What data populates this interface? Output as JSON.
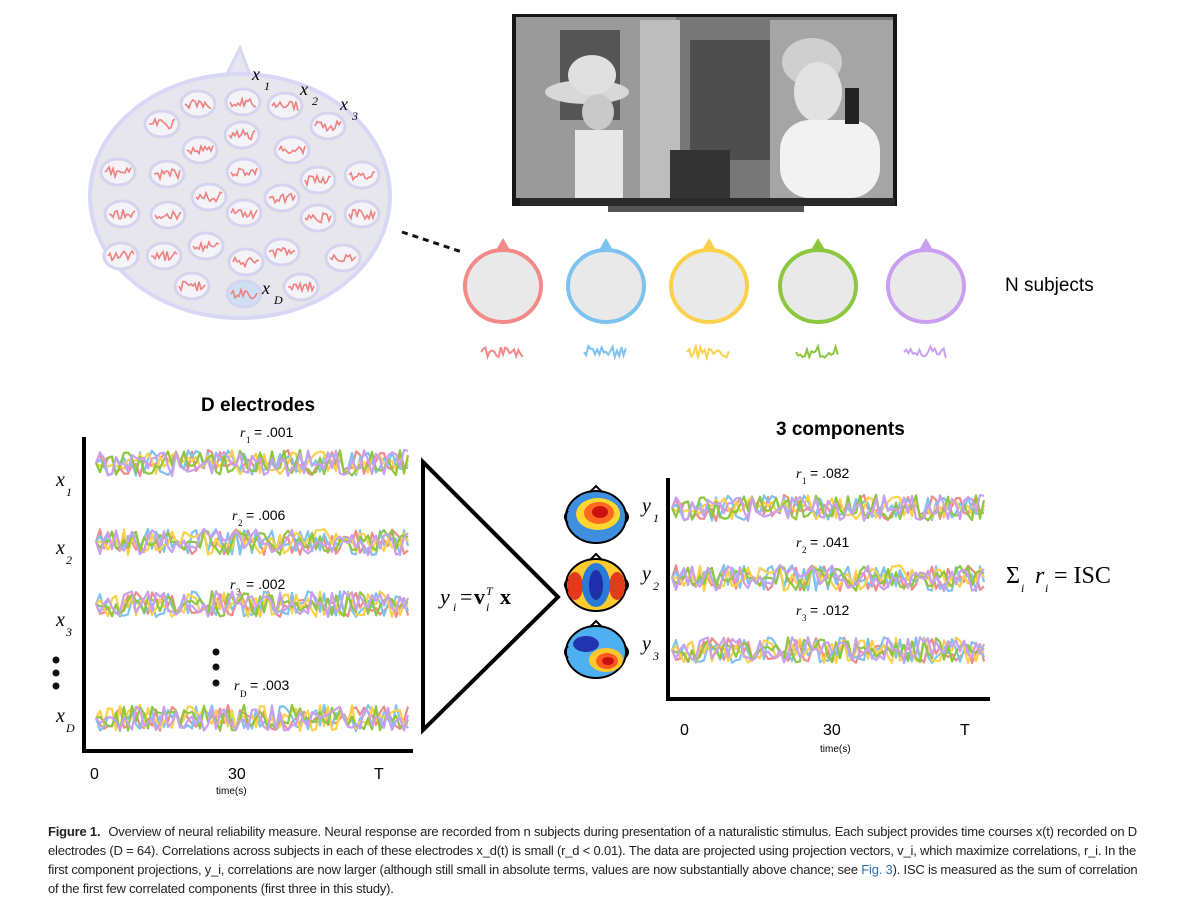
{
  "labels": {
    "n_subjects": "N subjects",
    "d_electrodes": "D electrodes",
    "components": "3 components",
    "time_unit": "time(s)",
    "formula_isc": "= ISC",
    "formula_proj_eq": "=",
    "formula_proj_v": "v",
    "formula_proj_x": "x"
  },
  "electrodes": [
    {
      "sym": "x",
      "sub": "1"
    },
    {
      "sym": "x",
      "sub": "2"
    },
    {
      "sym": "x",
      "sub": "3"
    },
    {
      "sym": "x",
      "sub": "D"
    }
  ],
  "head_labels": [
    {
      "sym": "x",
      "sub": "1"
    },
    {
      "sym": "x",
      "sub": "2"
    },
    {
      "sym": "x",
      "sub": "3"
    },
    {
      "sym": "x",
      "sub": "D"
    }
  ],
  "left_r": [
    {
      "sub": "1",
      "val": "= .001"
    },
    {
      "sub": "2",
      "val": "= .006"
    },
    {
      "sub": "3",
      "val": "= .002"
    },
    {
      "sub": "D",
      "val": "= .003"
    }
  ],
  "right_r": [
    {
      "sub": "1",
      "val": "= .082"
    },
    {
      "sub": "2",
      "val": "= .041"
    },
    {
      "sub": "3",
      "val": "= .012"
    }
  ],
  "components_y": [
    {
      "sym": "y",
      "sub": "1"
    },
    {
      "sym": "y",
      "sub": "2"
    },
    {
      "sym": "y",
      "sub": "3"
    }
  ],
  "left_axis": {
    "ticks": [
      "0",
      "30",
      "T"
    ]
  },
  "right_axis": {
    "ticks": [
      "0",
      "30",
      "T"
    ]
  },
  "subject_colors": [
    "#f28a8a",
    "#7ec3ef",
    "#fbd14b",
    "#8dc63f",
    "#c9a0f0"
  ],
  "caption": {
    "label": "Figure 1.",
    "text_before_ref": "Overview of neural reliability measure. Neural response are recorded from n subjects during presentation of a naturalistic stimulus. Each subject provides time courses x(t) recorded on D electrodes (D = 64). Correlations across subjects in each of these electrodes x_d(t) is small (r_d < 0.01). The data are projected using projection vectors, v_i, which maximize correlations, r_i. In the first component projections, y_i, correlations are now larger (although still small in absolute terms, values are now substantially above chance; see",
    "ref": "Fig. 3",
    "text_after_ref": "). ISC is measured as the sum of correlation of the first few correlated components (first three in this study)."
  }
}
